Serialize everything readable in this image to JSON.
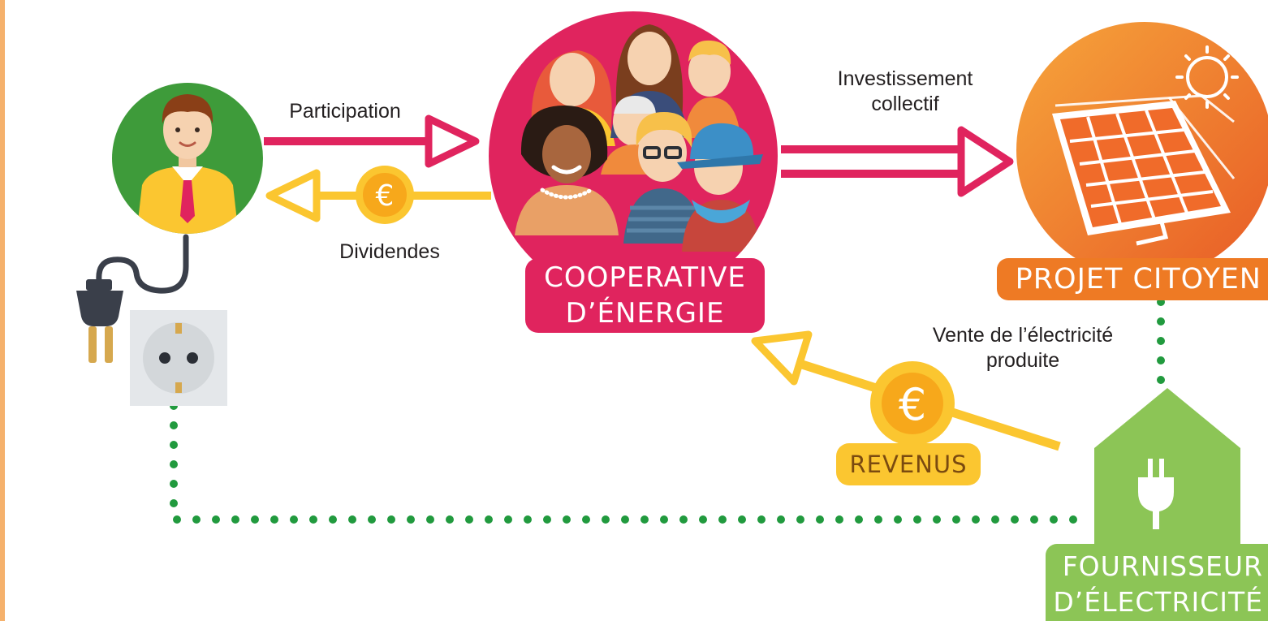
{
  "labels": {
    "participation": "Participation",
    "dividendes": "Dividendes",
    "investissement_line1": "Investissement",
    "investissement_line2": "collectif",
    "vente_line1": "Vente de l’électricité",
    "vente_line2": "produite"
  },
  "badges": {
    "cooperative_line1": "COOPERATIVE",
    "cooperative_line2": "D’ÉNERGIE",
    "projet": "PROJET CITOYEN",
    "fournisseur_line1": "FOURNISSEUR",
    "fournisseur_line2": "D’ÉLECTRICITÉ",
    "revenus": "REVENUS"
  },
  "coin_symbol": "€",
  "icons": [
    "person-icon",
    "people-group-icon",
    "solar-panel-icon",
    "sun-icon",
    "plug-icon",
    "socket-icon",
    "house-plug-icon",
    "euro-coin-icon"
  ],
  "colors": {
    "pink": "#e0245e",
    "green_person": "#3e9b3a",
    "orange": "#ee7a24",
    "yellow": "#fbc630",
    "light_green": "#8cc556",
    "dotted_line": "#219a3e",
    "dark_gray": "#3a3f4a",
    "text": "#231f20"
  }
}
